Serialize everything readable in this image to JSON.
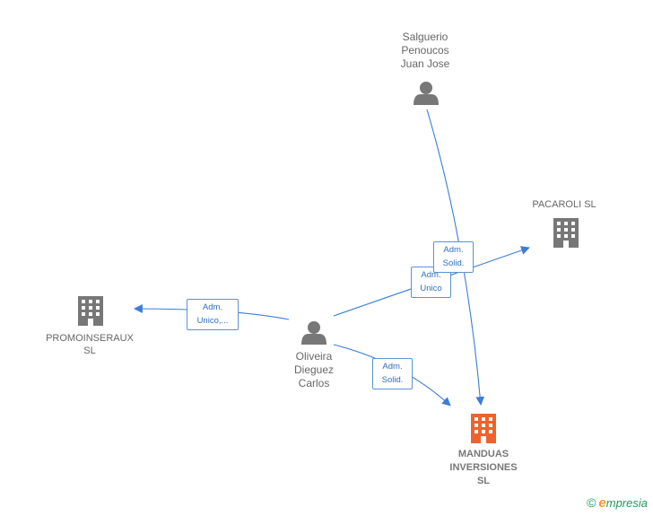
{
  "nodes": {
    "salguerio": {
      "label": "Salguerio\nPenoucos\nJuan Jose",
      "icon": "person-icon"
    },
    "pacaroli": {
      "label": "PACAROLI  SL",
      "icon": "building-icon"
    },
    "promoinseraux": {
      "label": "PROMOINSERAUX\nSL",
      "icon": "building-icon"
    },
    "oliveira": {
      "label": "Oliveira\nDieguez\nCarlos",
      "icon": "person-icon"
    },
    "manduas": {
      "label": "MANDUAS\nINVERSIONES\nSL",
      "icon": "building-icon"
    }
  },
  "edges": {
    "oliveira_promo": "Adm.\nUnico,...",
    "oliveira_pacaroli": "Adm.\nUnico",
    "salguerio_pacaroli": "Adm.\nSolid.",
    "oliveira_manduas": "Adm.\nSolid."
  },
  "colors": {
    "edge": "#3b7dd8",
    "icon": "#777777",
    "focus": "#f0622d"
  },
  "watermark": {
    "copyright": "©",
    "brand_initial": "e",
    "brand_rest": "mpresia"
  }
}
